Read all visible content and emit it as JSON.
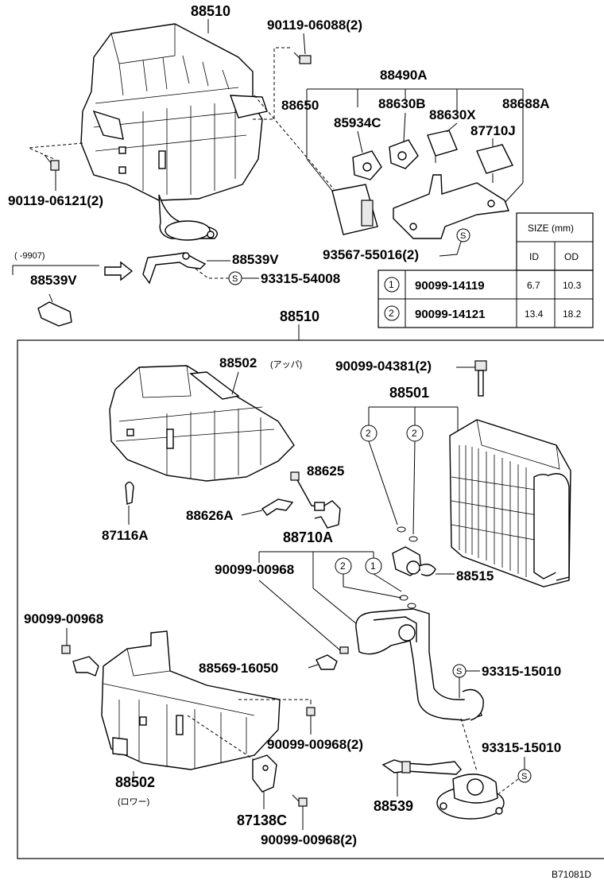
{
  "diagram": {
    "ref_code": "B71081D",
    "labels": {
      "top_assembly": "88510",
      "screw_top": "90119-06088(2)",
      "screw_left": "90119-06121(2)",
      "relay_group": "88490A",
      "p88650": "88650",
      "p88630B": "88630B",
      "p85934C": "85934C",
      "p88630X": "88630X",
      "p88688A": "88688A",
      "p87710J": "87710J",
      "screw_93567": "93567-55016(2)",
      "date_range": "(      -9907)",
      "p88539V_left": "88539V",
      "p88539V": "88539V",
      "screw_93315_54008": "93315-54008",
      "box_assembly": "88510",
      "upper_case": "88502",
      "upper_case_note": "(アッパ)",
      "screw_04381": "90099-04381(2)",
      "evaporator": "88501",
      "p88625": "88625",
      "p88626A": "88626A",
      "p87116A": "87116A",
      "p88710A": "88710A",
      "screw_00968_a": "90099-00968",
      "p88515": "88515",
      "screw_00968_b": "90099-00968",
      "clamp_16050": "88569-16050",
      "screw_93315_15010_a": "93315-15010",
      "screw_00968_c": "90099-00968(2)",
      "screw_93315_15010_b": "93315-15010",
      "lower_case": "88502",
      "lower_case_note": "(ロワー)",
      "p87138C": "87138C",
      "p88539": "88539",
      "screw_00968_d": "90099-00968(2)"
    },
    "callouts": {
      "one": "1",
      "two": "2",
      "s": "S"
    },
    "size_table": {
      "title": "SIZE (mm)",
      "col_id": "ID",
      "col_od": "OD",
      "rows": [
        {
          "key": "1",
          "part": "90099-14119",
          "id": "6.7",
          "od": "10.3"
        },
        {
          "key": "2",
          "part": "90099-14121",
          "id": "13.4",
          "od": "18.2"
        }
      ]
    }
  }
}
